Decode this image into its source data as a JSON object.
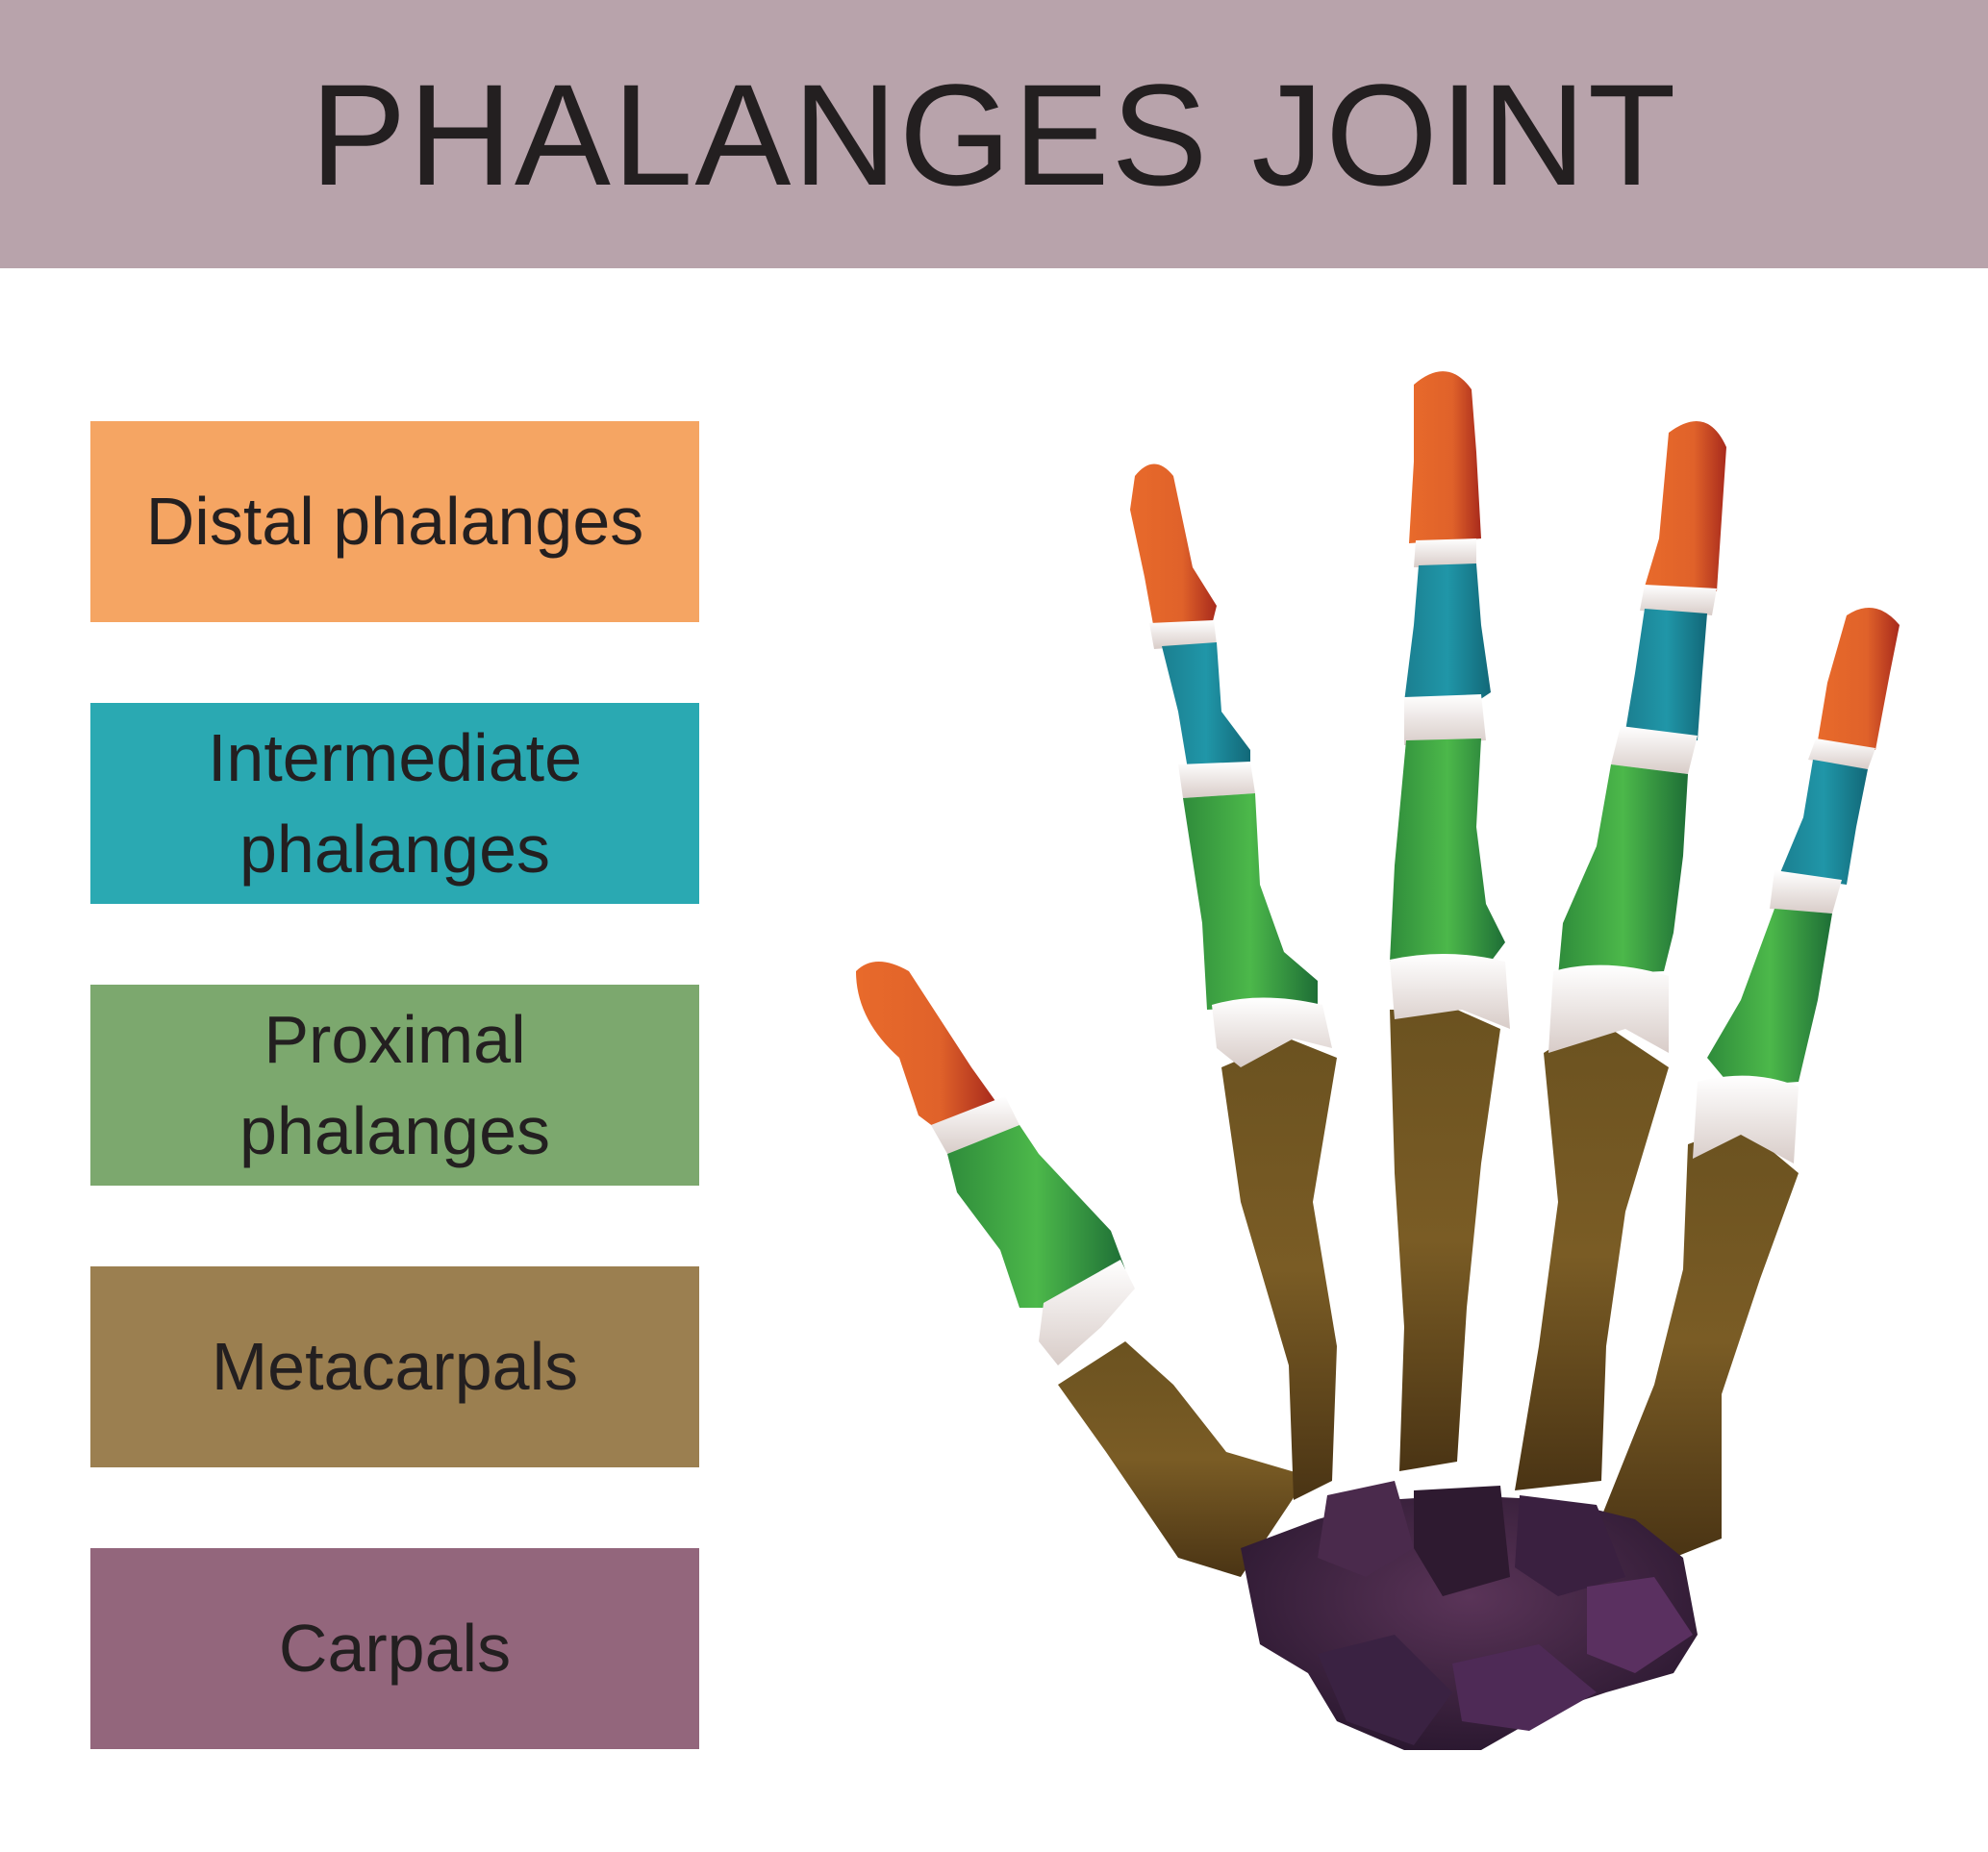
{
  "title": "PHALANGES JOINT",
  "legend": [
    {
      "label": "Distal phalanges",
      "color": "#f5a563"
    },
    {
      "label": "Intermediate\nphalanges",
      "color": "#2aa9b2"
    },
    {
      "label": "Proximal\nphalanges",
      "color": "#7ca86e"
    },
    {
      "label": "Metacarpals",
      "color": "#9b7f50"
    },
    {
      "label": "Carpals",
      "color": "#93667c"
    }
  ],
  "bone_colors": {
    "distal": "#e0622a",
    "intermediate": "#1d8fa0",
    "proximal": "#3ea448",
    "metacarpal": "#6e5020",
    "carpal": "#3e2540",
    "cartilage": "#f1ece9"
  }
}
